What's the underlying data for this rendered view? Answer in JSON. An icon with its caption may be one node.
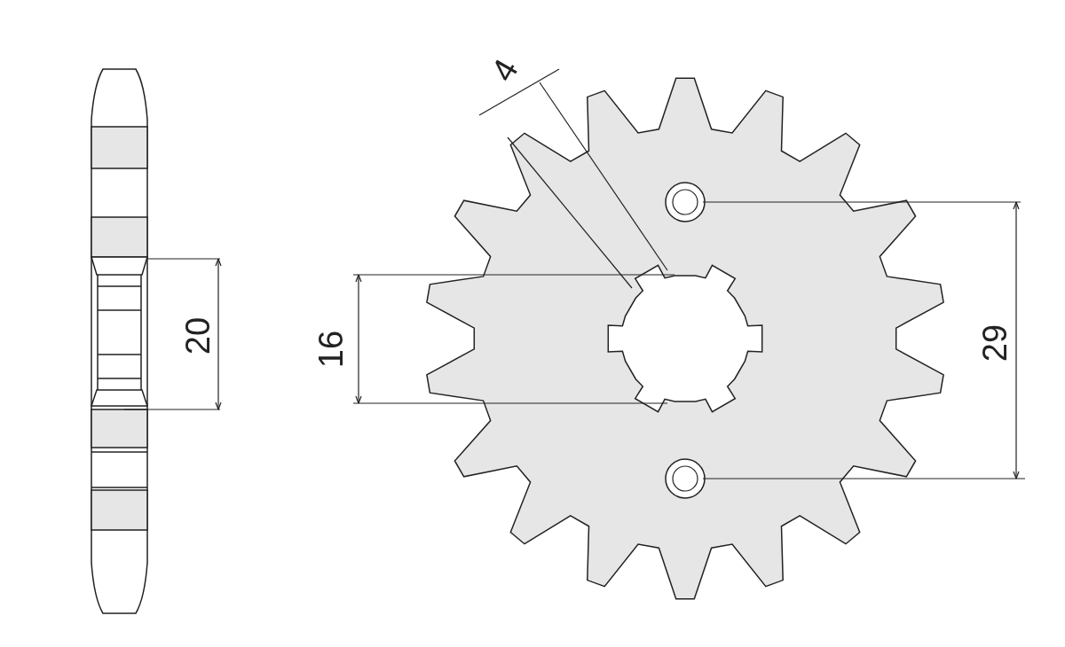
{
  "diagram": {
    "labels": [
      "4",
      "20",
      "16",
      "29"
    ]
  }
}
